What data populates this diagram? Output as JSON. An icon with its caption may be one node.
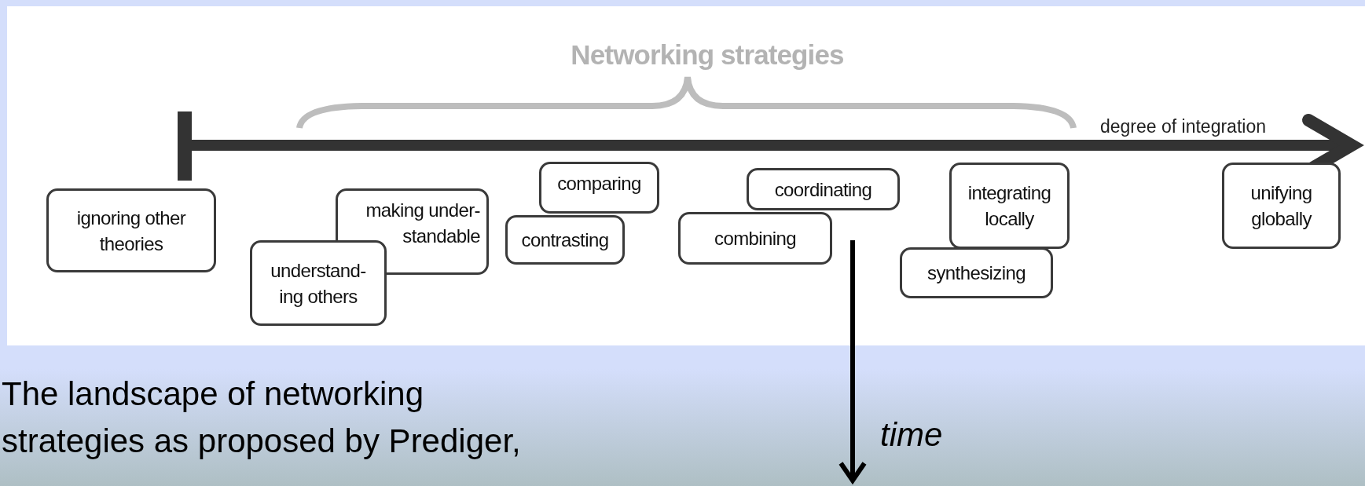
{
  "diagram": {
    "caption": "The landscape of networking strategies as proposed by Prediger,",
    "nodes": [
      {
        "text": [
          "ignoring other theories"
        ]
      },
      {
        "text": [
          "making under- standable"
        ]
      },
      {
        "text": [
          "understand- ing others"
        ]
      },
      {
        "text": [
          "comparing"
        ]
      },
      {
        "text": [
          "contrasting"
        ]
      },
      {
        "text": [
          "coordinating"
        ]
      },
      {
        "text": [
          "combining"
        ]
      },
      {
        "text": [
          "integrating locally"
        ]
      },
      {
        "text": [
          "synthesizing"
        ]
      },
      {
        "text": [
          "unifying globally"
        ]
      }
    ],
    "labels": [
      "Networking strategies",
      "degree of integration",
      "time"
    ]
  }
}
